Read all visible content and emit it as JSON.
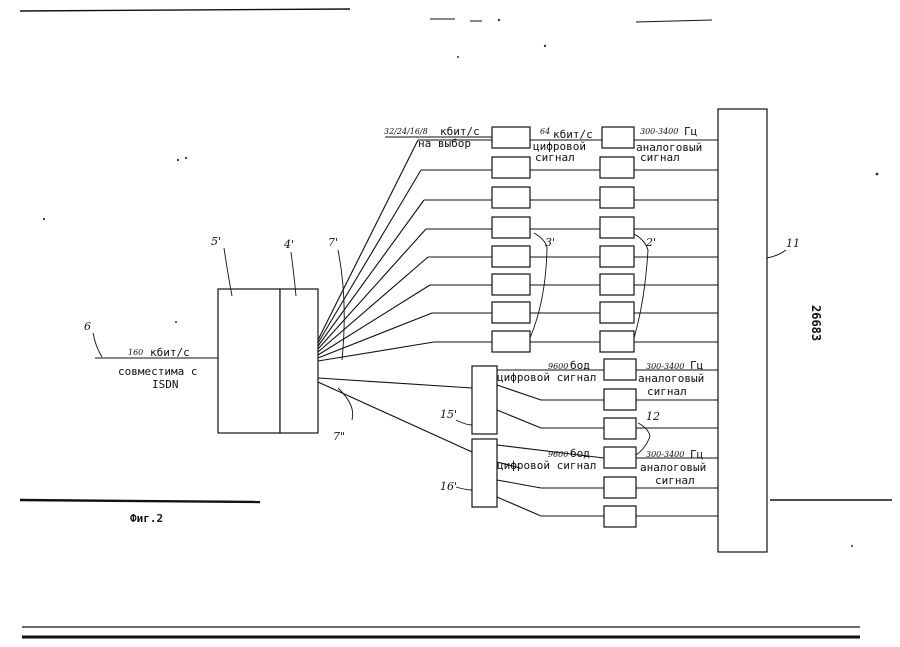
{
  "figure_label": "Фиг.2",
  "side_number": "26683",
  "refs": {
    "block_5": "5'",
    "block_4": "4'",
    "lines_7a": "7'",
    "lines_7b": "7\"",
    "block_15": "15'",
    "block_16": "16'",
    "block_11": "11",
    "group_3": "3'",
    "group_2": "2'",
    "group_12": "12",
    "line_6": "6"
  },
  "labels": {
    "input_rate_num": "160",
    "input_rate_unit": "кбит/с",
    "compat_line1": "совместима с",
    "compat_line2": "ISDN",
    "select_rate_num": "32/24/16/8",
    "select_rate_unit": "кбит/с",
    "select_choice": "на выбор",
    "digital_rate_num": "64",
    "digital_rate_unit": "кбит/с",
    "digital_signal_1": "цифровой",
    "digital_signal_2": "сигнал",
    "analog_freq_num_1": "300-3400",
    "analog_freq_unit_1": "Гц",
    "analog_signal_1a": "аналоговый",
    "analog_signal_1b": "сигнал",
    "baud_num_1": "9600",
    "baud_unit_1": "бод",
    "digital_signal_15": "цифровой сигнал",
    "analog_freq_num_2": "300-3400",
    "analog_freq_unit_2": "Гц",
    "analog_signal_2a": "аналоговый",
    "analog_signal_2b": "сигнал",
    "baud_num_2": "9600",
    "baud_unit_2": "бод",
    "digital_signal_16": "цифровой сигнал",
    "analog_freq_num_3": "300-3400",
    "analog_freq_unit_3": "Гц",
    "analog_signal_3a": "аналоговый",
    "analog_signal_3b": "сигнал"
  }
}
